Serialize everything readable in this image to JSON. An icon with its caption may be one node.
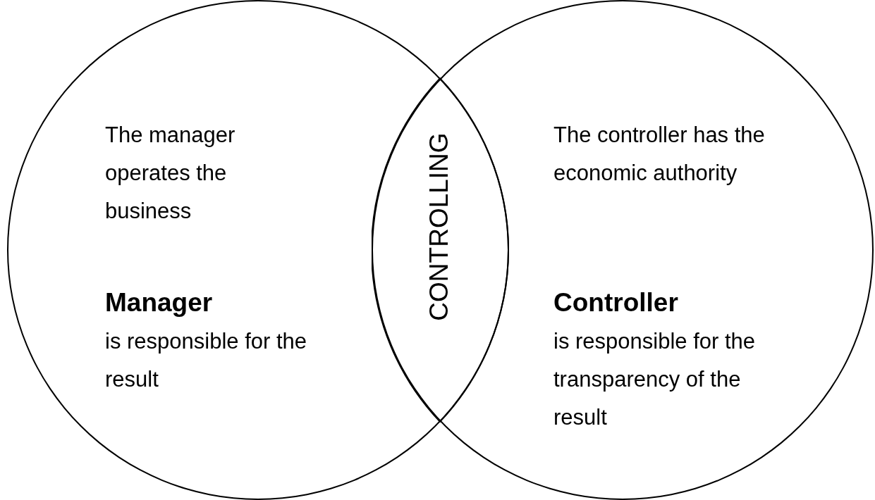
{
  "diagram": {
    "nodes": [
      {
        "text": [
          "The manager operates the business",
          "Manager",
          "is responsible for the result"
        ]
      },
      {
        "text": [
          "The controller has the economic authority",
          "Controller",
          "is responsible for the transparency of the result"
        ]
      },
      {
        "text": [
          "CONTROLLING"
        ]
      }
    ]
  }
}
